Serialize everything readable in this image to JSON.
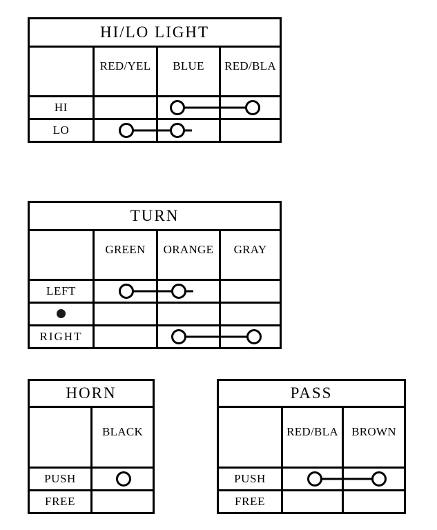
{
  "page": {
    "background": "#ffffff",
    "ink": "#000000"
  },
  "tables": [
    {
      "id": "hilo",
      "title": "HI/LO LIGHT",
      "corner_label": "",
      "columns": [
        "RED/YEL",
        "BLUE",
        "RED/BLA"
      ],
      "rows": [
        {
          "label": "HI",
          "connected": [
            "BLUE",
            "RED/BLA"
          ]
        },
        {
          "label": "LO",
          "connected": [
            "RED/YEL",
            "BLUE"
          ]
        }
      ]
    },
    {
      "id": "turn",
      "title": "TURN",
      "corner_label": "",
      "columns": [
        "GREEN",
        "ORANGE",
        "GRAY"
      ],
      "rows": [
        {
          "label": "LEFT",
          "connected": [
            "GREEN",
            "ORANGE"
          ]
        },
        {
          "label": "",
          "marker": "neutral-dot",
          "connected": []
        },
        {
          "label": "RIGHT",
          "connected": [
            "ORANGE",
            "GRAY"
          ]
        }
      ]
    },
    {
      "id": "horn",
      "title": "HORN",
      "corner_label": "",
      "columns": [
        "BLACK"
      ],
      "rows": [
        {
          "label": "PUSH",
          "connected": [
            "BLACK"
          ]
        },
        {
          "label": "FREE",
          "connected": []
        }
      ]
    },
    {
      "id": "pass",
      "title": "PASS",
      "corner_label": "",
      "columns": [
        "RED/BLA",
        "BROWN"
      ],
      "rows": [
        {
          "label": "PUSH",
          "connected": [
            "RED/BLA",
            "BROWN"
          ]
        },
        {
          "label": "FREE",
          "connected": []
        }
      ]
    }
  ]
}
